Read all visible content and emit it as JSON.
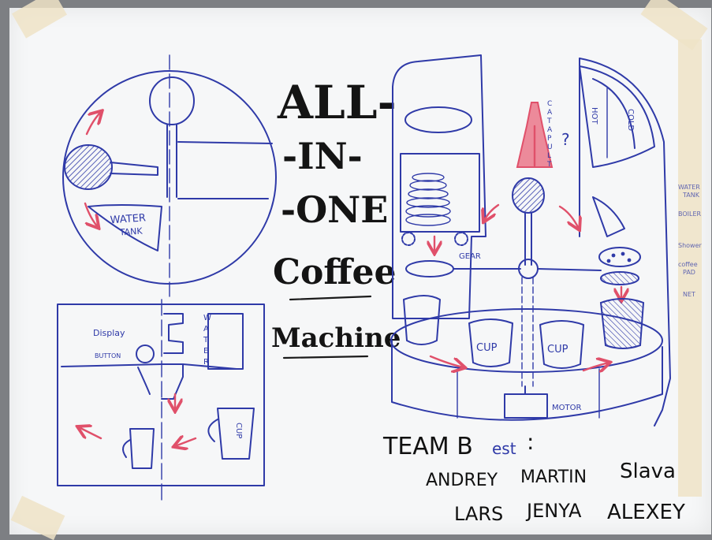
{
  "title": {
    "line1": "ALL-",
    "line2": "-IN-",
    "line3": "-ONE",
    "line4": "Coffee",
    "line5": "Machine"
  },
  "top_left_diagram": {
    "water_tank_label": "WATER TANK",
    "water_tank_line1": "WATER",
    "water_tank_line2": "TANK"
  },
  "bottom_left_diagram": {
    "display_label": "Display",
    "button_label": "BUTTON",
    "water_label": "WATER",
    "water_letters": [
      "W",
      "A",
      "T",
      "E",
      "R"
    ],
    "cup_label": "CUP"
  },
  "machine": {
    "hot_label": "HOT",
    "cold_label": "COLD",
    "catapult_label": "CATAPULT",
    "catapult_letters": [
      "C",
      "A",
      "T",
      "A",
      "P",
      "U",
      "L",
      "T"
    ],
    "gear_label": "GEAR",
    "cup_labels": [
      "CUP",
      "CUP"
    ],
    "motor_label": "MOTOR",
    "question_mark": "?"
  },
  "side_legend": [
    "WATER TANK",
    "BOILER",
    "Shower",
    "coffee PAD",
    "NET"
  ],
  "side_legend_lines": {
    "water_tank_1": "WATER",
    "water_tank_2": "TANK",
    "boiler": "BOILER",
    "shower": "Shower",
    "coffee_1": "coffee",
    "coffee_2": "PAD",
    "net": "NET"
  },
  "team": {
    "heading_prefix": "TEAM B",
    "heading_suffix": "est",
    "heading_colon": ":",
    "members_row1": [
      "ANDREY",
      "MARTIN",
      "Slava"
    ],
    "members_row2": [
      "LARS",
      "JENYA",
      "ALEXEY"
    ]
  },
  "colors": {
    "paper": "#f6f7f8",
    "blue_ink": "#2f3aa8",
    "red_ink": "#e0506a",
    "black_ink": "#1b1b1b",
    "tape": "#efe3c7"
  }
}
